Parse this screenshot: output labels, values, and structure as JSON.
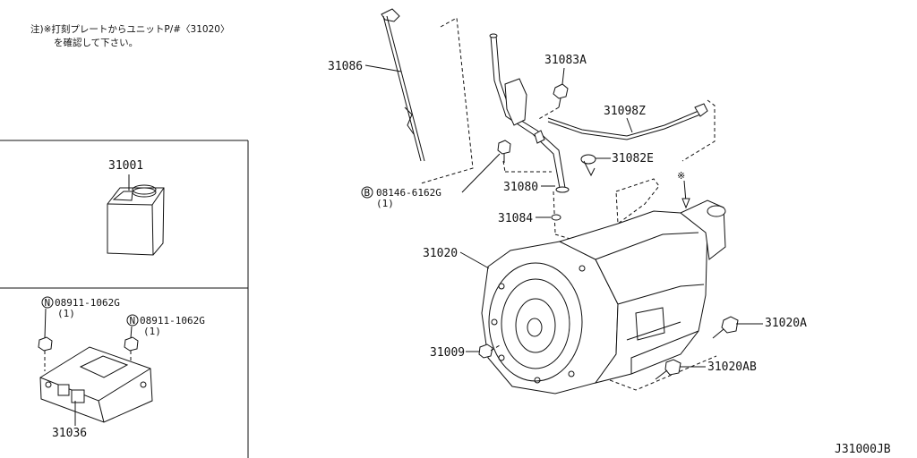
{
  "note": {
    "line1": "注)※打刻プレートからユニットP/#〈31020〉",
    "line2": "を確認して下さい。"
  },
  "parts": {
    "p31086": "31086",
    "p31083A": "31083A",
    "p31098Z": "31098Z",
    "p31082E": "31082E",
    "p08146_6162G": "08146-6162G",
    "p08146_qty": "(1)",
    "p08146_prefix": "B",
    "p31080": "31080",
    "p31084": "31084",
    "p31020": "31020",
    "p31020A": "31020A",
    "p31009": "31009",
    "p31020AB": "31020AB",
    "p31001": "31001",
    "p08911_a": "08911-1062G",
    "p08911_a_qty": "(1)",
    "p08911_b": "08911-1062G",
    "p08911_b_qty": "(1)",
    "p08911_prefix": "N",
    "p31036": "31036",
    "star": "※"
  },
  "diagram_code": "J31000JB"
}
